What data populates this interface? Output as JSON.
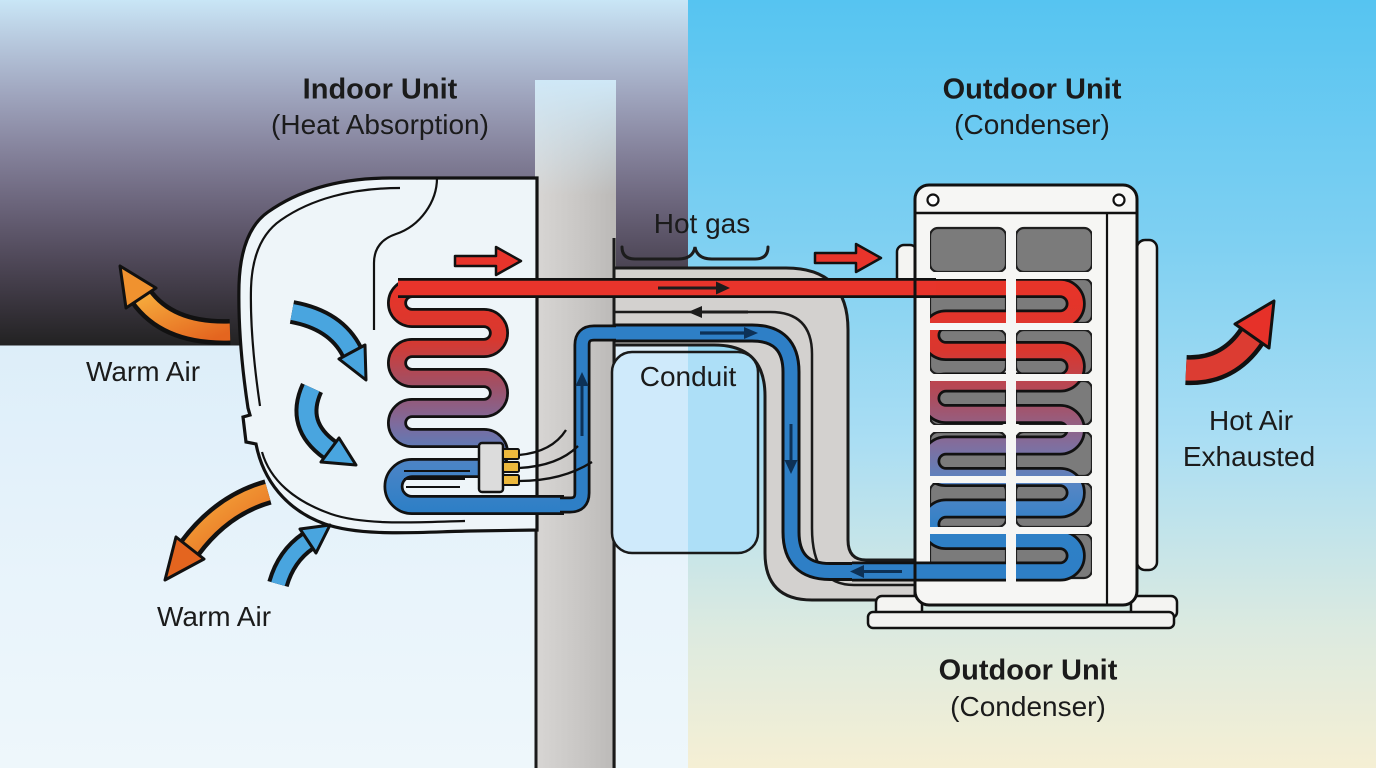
{
  "labels": {
    "indoor_unit": {
      "title": "Indoor Unit",
      "subtitle": "(Heat Absorption)"
    },
    "outdoor_unit_top": {
      "title": "Outdoor Unit",
      "subtitle": "(Condenser)"
    },
    "outdoor_unit_bottom": {
      "title": "Outdoor Unit",
      "subtitle": "(Condenser)"
    },
    "hot_gas": "Hot gas",
    "conduit": "Conduit",
    "warm_air_upper": "Warm Air",
    "warm_air_lower": "Warm Air",
    "hot_air_exhausted": {
      "line1": "Hot Air",
      "line2": "Exhausted"
    }
  },
  "icons": [
    {
      "name": "warm-air-arrow-up-left-icon",
      "meaning": "warm air exhausted from indoor unit, upper left"
    },
    {
      "name": "warm-air-arrow-down-left-icon",
      "meaning": "warm air exhausted from indoor unit, lower left"
    },
    {
      "name": "intake-air-arrow-upper-icon",
      "meaning": "room air drawn into coil"
    },
    {
      "name": "intake-air-arrow-lower-icon",
      "meaning": "room air drawn into coil"
    },
    {
      "name": "intake-air-arrow-bottom-icon",
      "meaning": "room air drawn into unit bottom"
    },
    {
      "name": "hot-air-arrow-icon",
      "meaning": "hot air exhausted from condenser"
    },
    {
      "name": "hot-gas-flow-arrow-indoor-icon",
      "meaning": "refrigerant flow direction indoor"
    },
    {
      "name": "hot-gas-flow-arrow-outdoor-icon",
      "meaning": "refrigerant flow direction outdoor"
    }
  ],
  "colors": {
    "sky_left": "#d5ebf8",
    "sky_right_top": "#56c4f1",
    "sky_right_bottom": "#f5efd4",
    "wall_gray": "#c9c7c5",
    "conduit_gray": "#d3d1cf",
    "hot_pipe_red": "#e8342b",
    "cold_pipe_blue": "#2e7fc6",
    "transition_purple": "#7e6b9d",
    "intake_arrow_blue": "#49a5df",
    "warm_arrow_orange": "#ef8f33",
    "outline_black": "#1a1a1a",
    "cabinet_white": "#f6f6f4",
    "vent_slot_gray": "#7b7b7b",
    "connector_pin_gold": "#edb93d"
  }
}
